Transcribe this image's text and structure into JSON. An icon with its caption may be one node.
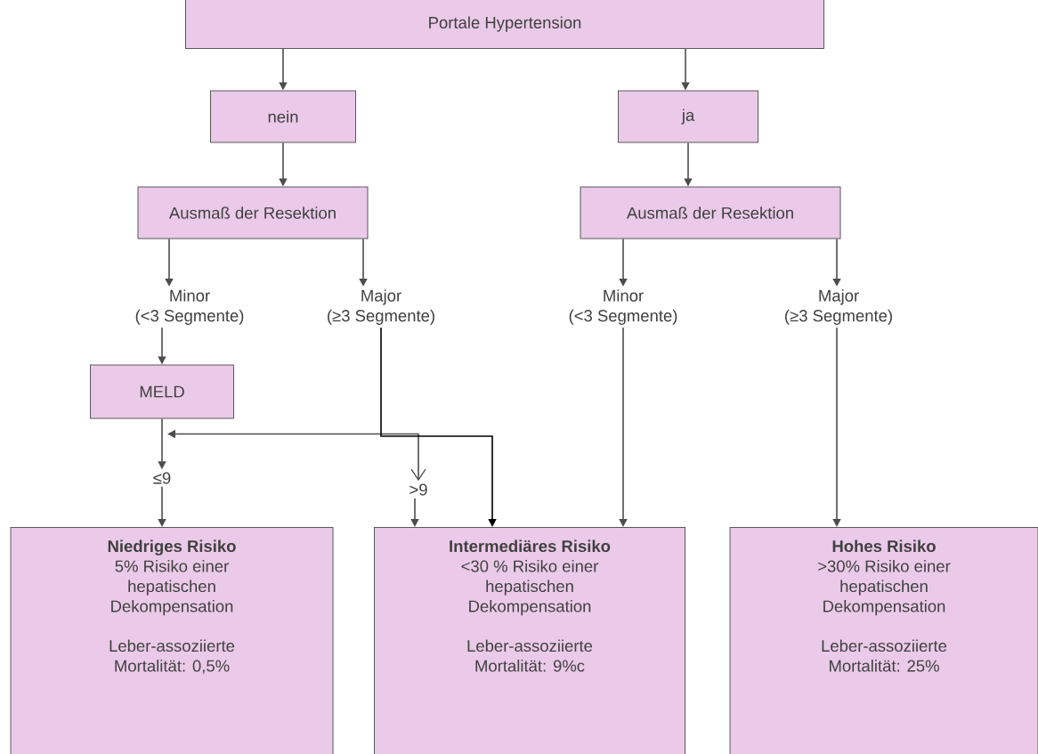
{
  "diagram": {
    "nodes": [
      {
        "text": [
          "Portale Hypertension"
        ]
      },
      {
        "text": [
          "nein"
        ]
      },
      {
        "text": [
          "ja"
        ]
      },
      {
        "text": [
          "Ausmaß der Resektion"
        ]
      },
      {
        "text": [
          "Ausmaß der Resektion"
        ]
      },
      {
        "text": [
          "Minor",
          "(<3 Segmente)"
        ]
      },
      {
        "text": [
          "Major",
          "(≥3 Segmente)"
        ]
      },
      {
        "text": [
          "Minor",
          "(<3 Segmente)"
        ]
      },
      {
        "text": [
          "Major",
          "(≥3 Segmente)"
        ]
      },
      {
        "text": [
          "MELD"
        ]
      },
      {
        "text": [
          "≤9"
        ]
      },
      {
        "text": [
          ">9"
        ]
      },
      {
        "text": [
          "Niedriges Risiko",
          "5% Risiko einer hepatischen Dekompensation",
          "Leber-assoziierte Mortalität: 0,5%"
        ]
      },
      {
        "text": [
          "Intermediäres Risiko",
          "<30 % Risiko einer hepatischen Dekompensation",
          "Leber-assoziierte Mortalität: 9%c"
        ]
      },
      {
        "text": [
          "Hohes Risiko",
          ">30% Risiko einer hepatischen Dekompensation",
          "Leber-assoziierte Mortalität: 25%"
        ]
      }
    ],
    "edges": [
      {
        "from": 0,
        "to": 1,
        "arrow": "to"
      },
      {
        "from": 0,
        "to": 2,
        "arrow": "to"
      },
      {
        "from": 1,
        "to": 3,
        "arrow": "to"
      },
      {
        "from": 2,
        "to": 4,
        "arrow": "to"
      },
      {
        "from": 3,
        "to": 5,
        "arrow": "to"
      },
      {
        "from": 3,
        "to": 6,
        "arrow": "to"
      },
      {
        "from": 4,
        "to": 7,
        "arrow": "to"
      },
      {
        "from": 4,
        "to": 8,
        "arrow": "to"
      },
      {
        "from": 5,
        "to": 9,
        "arrow": "to"
      },
      {
        "from": 9,
        "to": 10,
        "arrow": "to"
      },
      {
        "from": 9,
        "to": 11,
        "arrow": "both"
      },
      {
        "from": 10,
        "to": 12,
        "arrow": "to"
      },
      {
        "from": 11,
        "to": 13,
        "arrow": "to"
      },
      {
        "from": 6,
        "to": 13,
        "arrow": "to",
        "color": "#000000"
      },
      {
        "from": 7,
        "to": 13,
        "arrow": "to"
      },
      {
        "from": 8,
        "to": 14,
        "arrow": "to"
      }
    ]
  }
}
